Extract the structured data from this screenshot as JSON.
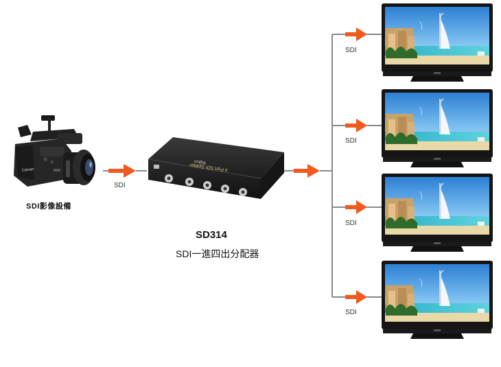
{
  "camera": {
    "label": "SDI影像設備",
    "brand": "Canon"
  },
  "splitter": {
    "model": "SD314",
    "description": "SDI一進四出分配器",
    "panel_title": "4 Port SDI Splitter",
    "panel_brand": "Bigtuo"
  },
  "links": {
    "input_label": "SDI",
    "output_labels": [
      "SDI",
      "SDI",
      "SDI",
      "SDI"
    ]
  },
  "colors": {
    "arrow": "#f05a1e",
    "line": "#888888",
    "device": "#2b2b2b",
    "tv_bezel": "#151515"
  }
}
